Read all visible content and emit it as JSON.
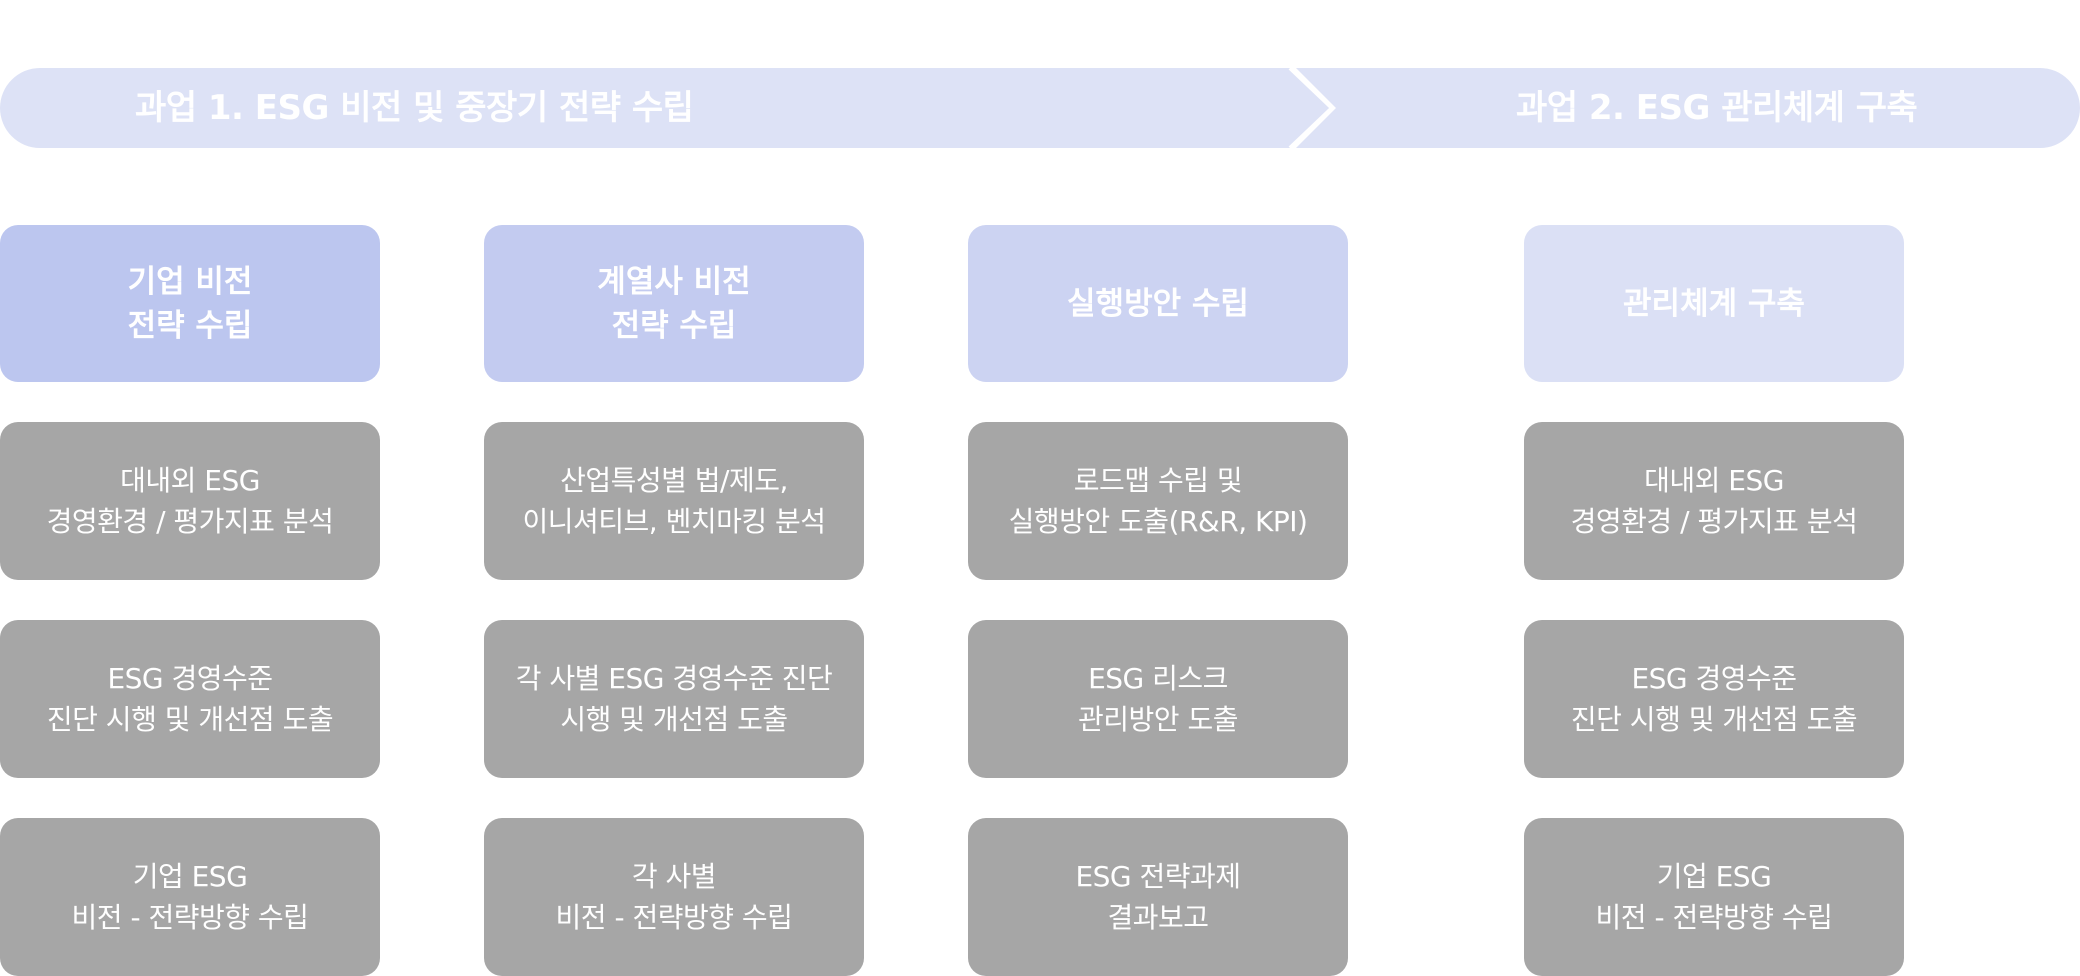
{
  "banner": {
    "phases": [
      {
        "label": "과업 1. ESG 비전 및 중장기 전략 수립",
        "color": "#dde2f6"
      },
      {
        "label": "과업 2. ESG 관리체계 구축",
        "color": "#dde2f6"
      }
    ],
    "divider_icon": "chevron-right-icon"
  },
  "columns": [
    {
      "header": {
        "lines": [
          "기업 비전",
          "전략 수립"
        ],
        "color": "#bcc6ef"
      },
      "tasks": [
        {
          "lines": [
            "대내외 ESG",
            "경영환경 / 평가지표 분석"
          ]
        },
        {
          "lines": [
            "ESG 경영수준",
            "진단 시행 및 개선점 도출"
          ]
        },
        {
          "lines": [
            "기업 ESG",
            "비전 - 전략방향 수립"
          ]
        }
      ]
    },
    {
      "header": {
        "lines": [
          "계열사 비전",
          "전략 수립"
        ],
        "color": "#c3cbf0"
      },
      "tasks": [
        {
          "lines": [
            "산업특성별 법/제도,",
            "이니셔티브, 벤치마킹 분석"
          ]
        },
        {
          "lines": [
            "각 사별 ESG 경영수준 진단",
            "시행 및 개선점 도출"
          ]
        },
        {
          "lines": [
            "각 사별",
            "비전 - 전략방향 수립"
          ]
        }
      ]
    },
    {
      "header": {
        "lines": [
          "실행방안 수립"
        ],
        "color": "#ccd3f2"
      },
      "tasks": [
        {
          "lines": [
            "로드맵 수립 및",
            "실행방안 도출(R&R, KPI)"
          ]
        },
        {
          "lines": [
            "ESG 리스크",
            "관리방안 도출"
          ]
        },
        {
          "lines": [
            "ESG 전략과제",
            "결과보고"
          ]
        }
      ]
    },
    {
      "header": {
        "lines": [
          "관리체계 구축"
        ],
        "color": "#dbe0f5"
      },
      "tasks": [
        {
          "lines": [
            "대내외 ESG",
            "경영환경 / 평가지표 분석"
          ]
        },
        {
          "lines": [
            "ESG 경영수준",
            "진단 시행 및 개선점 도출"
          ]
        },
        {
          "lines": [
            "기업 ESG",
            "비전 - 전략방향 수립"
          ]
        }
      ]
    }
  ],
  "colors": {
    "task_card": "#a6a6a6",
    "text": "#ffffff"
  }
}
